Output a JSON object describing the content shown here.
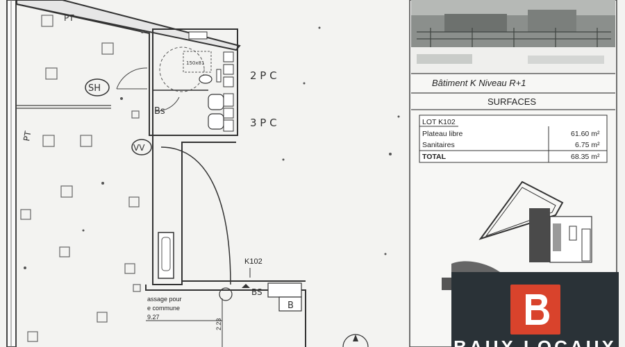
{
  "plan": {
    "labels": {
      "pt_top": "PT",
      "pt_left": "PT",
      "sh": "SH",
      "bs_wc": "Bs",
      "vv": "VV",
      "two_pc": "2 P C",
      "three_pc": "3 P C",
      "lot_tag": "K102",
      "bs_bottom": "BS",
      "b_box": "B",
      "passage_1": "assage pour",
      "passage_2": "e commune",
      "dim_horizontal": "9.27",
      "dim_vertical": "2.23",
      "wc_sign": "150x81"
    }
  },
  "panel": {
    "building": "Bâtiment  K   Niveau R+1",
    "surfaces_title": "SURFACES",
    "lot": "LOT K102",
    "rows": [
      {
        "label": "Plateau libre",
        "value": "61.60 m²"
      },
      {
        "label": "Sanitaires",
        "value": "6.75 m²"
      },
      {
        "label": "TOTAL",
        "value": "68.35 m²"
      }
    ]
  },
  "brand": {
    "name": "BAUX LOCAUX",
    "logo_letter": "B",
    "colors": {
      "background": "#2a3237",
      "logo": "#d9432c"
    }
  }
}
